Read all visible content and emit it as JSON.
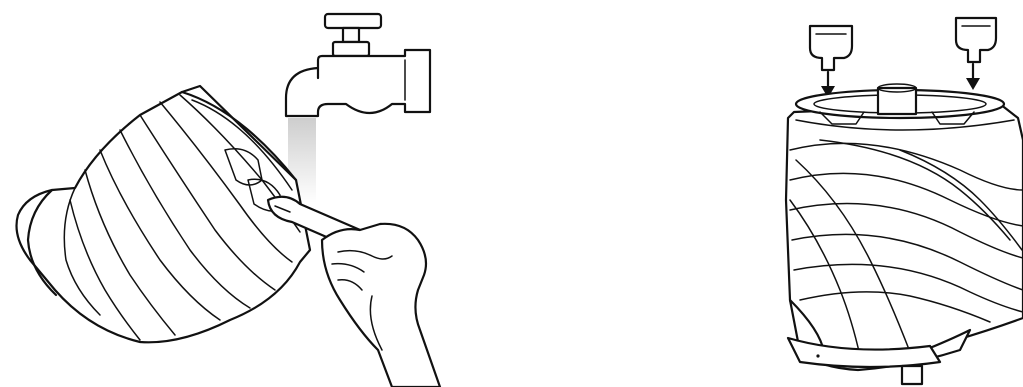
{
  "figure": {
    "panels": [
      {
        "illustration": "brush-cleaning-under-tap"
      },
      {
        "illustration": "wiper-blades-insert-arrows"
      }
    ],
    "icons": [
      "tap-icon",
      "water-stream",
      "cleaning-brush-icon",
      "hand-icon",
      "spiral-strainer-icon",
      "wiper-blade-icon",
      "down-arrow-icon"
    ],
    "colors": {
      "line": "#111111",
      "background": "#ffffff",
      "water": "#c8c8c8"
    }
  }
}
